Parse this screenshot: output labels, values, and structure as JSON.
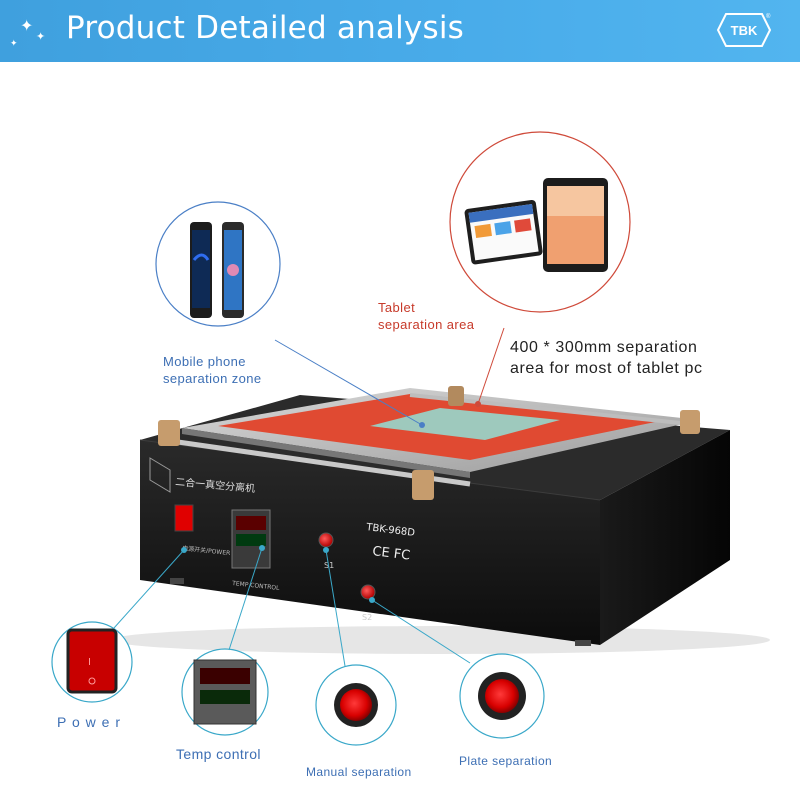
{
  "header": {
    "title": "Product  Detailed analysis",
    "logo_text": "TBK"
  },
  "callouts": {
    "mobile_zone": [
      "Mobile phone",
      "separation zone"
    ],
    "tablet_area": [
      "Tablet",
      "separation area"
    ],
    "tablet_spec": [
      "400 * 300mm separation",
      "area for most of tablet pc"
    ]
  },
  "machine": {
    "brand_cn": "二合一真空分离机",
    "model": "TBK-968D",
    "certs": "CE FC",
    "power_label": "电源开关/POWER",
    "temp_label": "TEMP CONTROL",
    "button_s1": "S1",
    "button_s2": "S2"
  },
  "features": {
    "power": "P o w e r",
    "temp": "Temp control",
    "manual": "Manual separation",
    "plate": "Plate separation"
  },
  "colors": {
    "banner": "#3fa0de",
    "callout_blue": "#3d6fb4",
    "callout_red": "#c73a2a",
    "machine_body": "#151515",
    "plate": "#e45a40"
  }
}
